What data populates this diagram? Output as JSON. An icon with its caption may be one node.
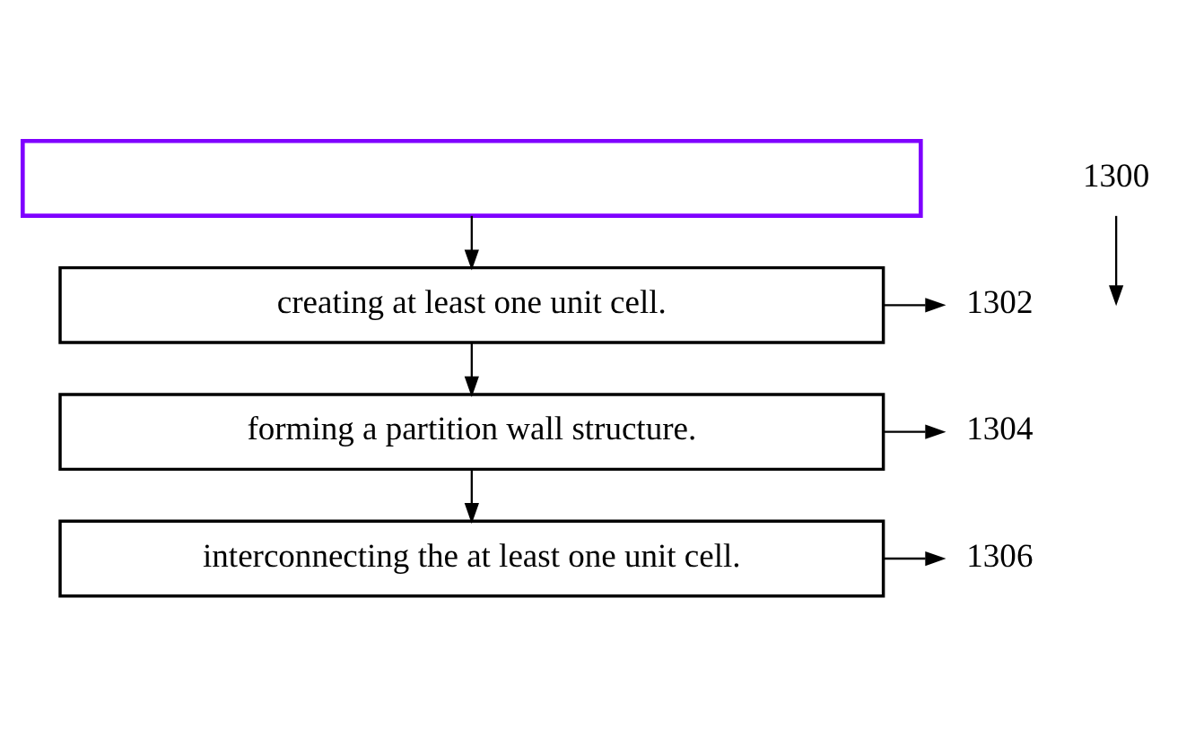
{
  "diagram": {
    "nodes": [
      {
        "text": [],
        "shape": "box"
      },
      {
        "text": [
          "creating at least one unit cell."
        ]
      },
      {
        "text": [
          "forming a partition wall structure."
        ]
      },
      {
        "text": [
          "interconnecting the at least one unit cell."
        ]
      },
      {
        "text": [
          "1300"
        ]
      },
      {
        "text": [
          "1302"
        ]
      },
      {
        "text": [
          "1304"
        ]
      },
      {
        "text": [
          "1306"
        ]
      }
    ],
    "edges": [
      {
        "from": 0,
        "to": 1,
        "arrow": "to"
      },
      {
        "from": 1,
        "to": 2,
        "arrow": "to"
      },
      {
        "from": 2,
        "to": 3,
        "arrow": "to"
      },
      {
        "from": 4,
        "to": null,
        "arrow": "to"
      },
      {
        "from": 1,
        "to": 5,
        "arrow": "to"
      },
      {
        "from": 2,
        "to": 6,
        "arrow": "to"
      },
      {
        "from": 3,
        "to": 7,
        "arrow": "to"
      }
    ]
  }
}
